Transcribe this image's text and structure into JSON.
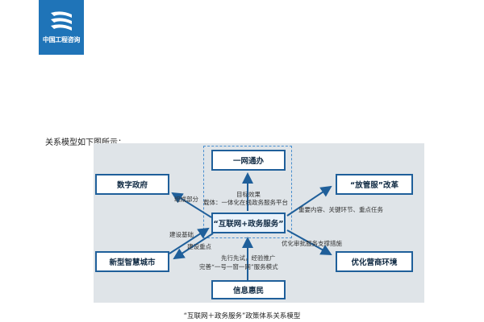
{
  "header": {
    "logo_text": "中国工程咨询"
  },
  "intro_text": "关系模型如下图所示：",
  "diagram": {
    "nodes": {
      "top": "一网通办",
      "left_top": "数字政府",
      "center": "“互联网+政务服务”",
      "right_top": "“放管服”改革",
      "left_bottom": "新型智慧城市",
      "right_bottom": "优化营商环境",
      "bottom": "信息惠民"
    },
    "labels": {
      "target_effect": "目标效果",
      "carrier": "载体：一体化在线政务服务平台",
      "component": "组成部分",
      "build_foundation": "建设基础",
      "build_focus": "建设重点",
      "key_content": "重要内容、关键环节、重点任务",
      "support_measures": "优化审批服务支撑措施",
      "pilot_1": "先行先试，经验推广",
      "pilot_2": "完善“一号一窗一网”服务模式"
    },
    "caption": "“互联网＋政务服务”政策体系关系模型"
  },
  "colors": {
    "logo_blue": "#1f74b8",
    "node_border": "#1f5f9a",
    "arrow": "#1f5f9a",
    "panel_bg": "#dfe4e8"
  }
}
